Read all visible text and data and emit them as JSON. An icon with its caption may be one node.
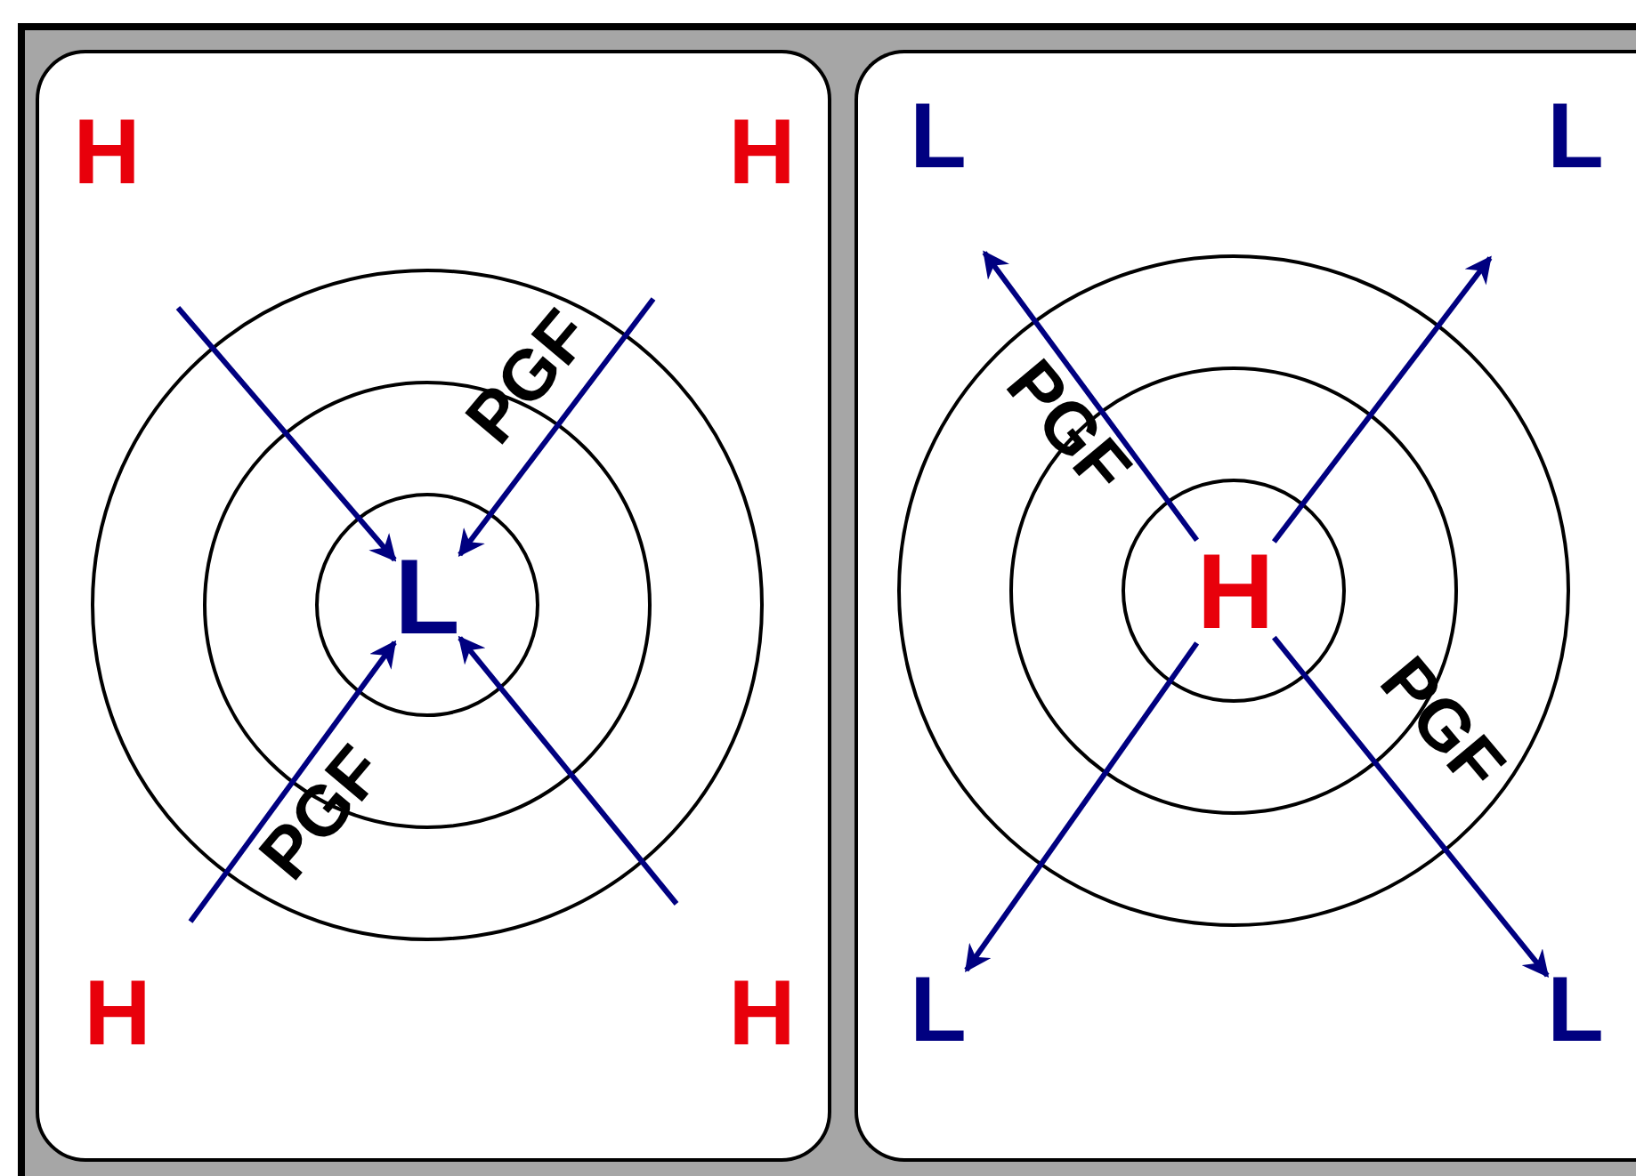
{
  "diagram": {
    "nodes": [
      {
        "text": [],
        "shape": "box"
      },
      {
        "text": [
          "H"
        ],
        "in": 0
      },
      {
        "text": [
          "H"
        ],
        "in": 0
      },
      {
        "text": [
          "L"
        ],
        "in": 0
      },
      {
        "text": [
          "H"
        ],
        "in": 0
      },
      {
        "text": [
          "H"
        ],
        "in": 0
      },
      {
        "text": [],
        "shape": "box"
      },
      {
        "text": [
          "L"
        ],
        "in": 6
      },
      {
        "text": [
          "L"
        ],
        "in": 6
      },
      {
        "text": [
          "H"
        ],
        "in": 6
      },
      {
        "text": [
          "L"
        ],
        "in": 6
      },
      {
        "text": [
          "L"
        ],
        "in": 6
      }
    ],
    "edges": [
      {
        "from": null,
        "to": 3,
        "arrow": "to"
      },
      {
        "from": null,
        "to": 3,
        "arrow": "to",
        "label": "PGF"
      },
      {
        "from": null,
        "to": 3,
        "arrow": "to",
        "label": "PGF"
      },
      {
        "from": null,
        "to": 3,
        "arrow": "to"
      },
      {
        "from": 9,
        "to": null,
        "arrow": "to",
        "label": "PGF"
      },
      {
        "from": 9,
        "to": null,
        "arrow": "to"
      },
      {
        "from": 9,
        "to": 10,
        "arrow": "to"
      },
      {
        "from": 9,
        "to": 11,
        "arrow": "to",
        "label": "PGF"
      }
    ]
  }
}
